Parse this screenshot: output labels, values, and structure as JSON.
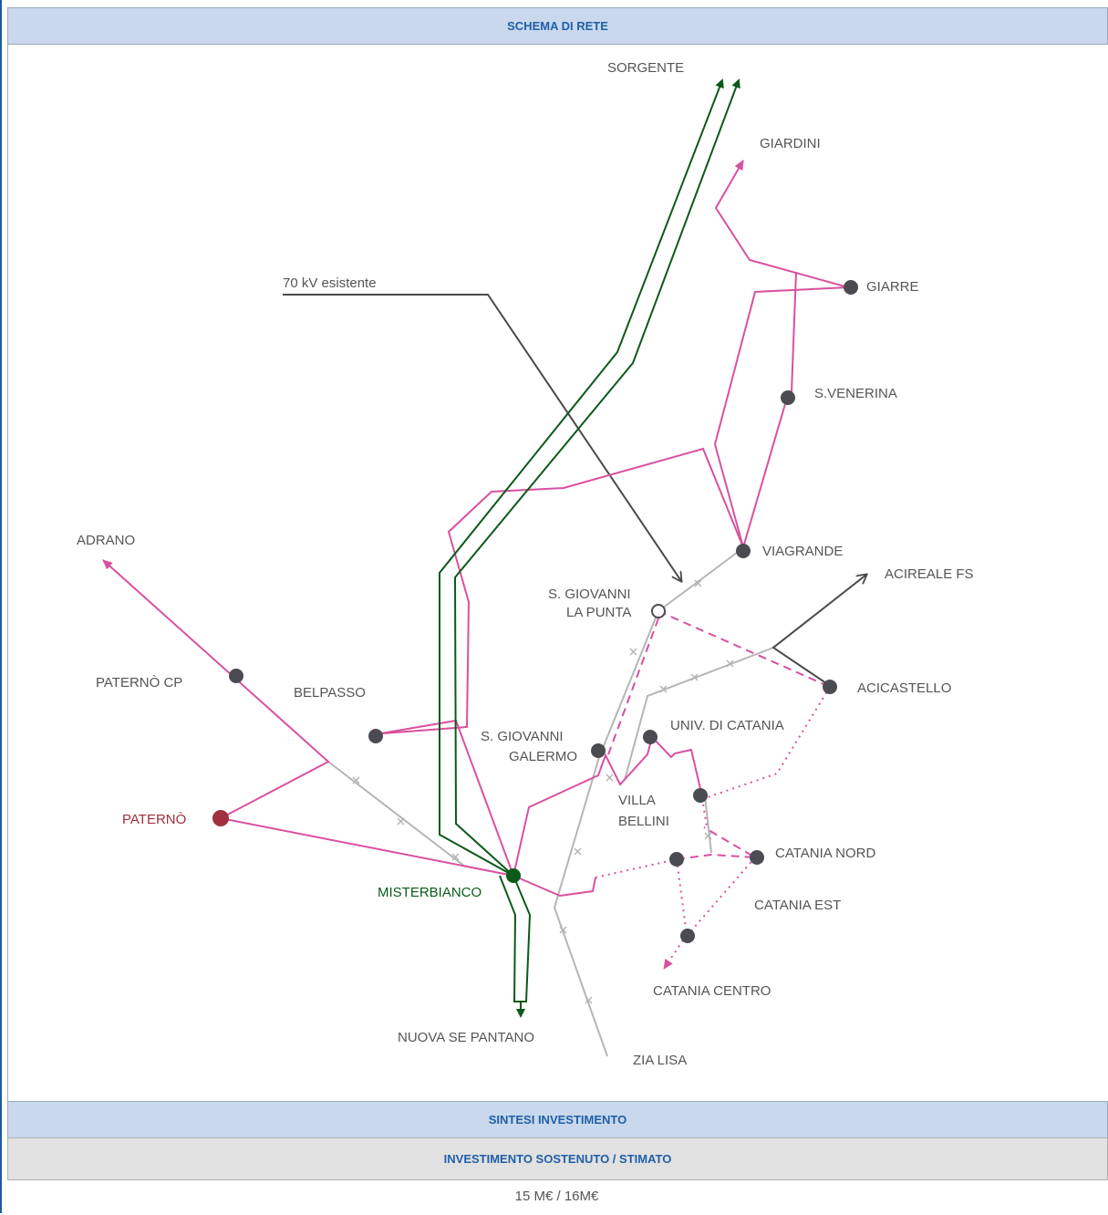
{
  "header": {
    "title": "SCHEMA DI RETE"
  },
  "summary": {
    "section_title": "SINTESI INVESTIMENTO",
    "subheader": "INVESTIMENTO SOSTENUTO / STIMATO",
    "value": "15 M€ / 16M€"
  },
  "diagram": {
    "colors": {
      "new_line": "#0b5a1a",
      "pink": "#d9509f",
      "grey": "#b5b5b5",
      "existing": "#4a4a4a",
      "node": "#4b4b52",
      "paterno": "#a0303e"
    },
    "labels": {
      "sorgente": "SORGENTE",
      "giardini": "GIARDINI",
      "giarre": "GIARRE",
      "existing_70kv": "70 kV esistente",
      "s_venerina": "S.VENERINA",
      "viagrande": "VIAGRANDE",
      "adrano": "ADRANO",
      "s_giovanni_punta_1": "S. GIOVANNI",
      "s_giovanni_punta_2": "LA PUNTA",
      "acireale": "ACIREALE FS",
      "paterno_cp": "PATERNÒ CP",
      "belpasso": "BELPASSO",
      "acicastello": "ACICASTELLO",
      "univ_catania": "UNIV. DI CATANIA",
      "s_giovanni_galermo_1": "S. GIOVANNI",
      "s_giovanni_galermo_2": "GALERMO",
      "paterno": "PATERNÒ",
      "villa_bellini_1": "VILLA",
      "villa_bellini_2": "BELLINI",
      "catania_nord": "CATANIA NORD",
      "misterbianco": "MISTERBIANCO",
      "catania_est": "CATANIA EST",
      "catania_centro": "CATANIA CENTRO",
      "nuova_se_pantano": "NUOVA SE PANTANO",
      "zia_lisa": "ZIA LISA"
    }
  }
}
